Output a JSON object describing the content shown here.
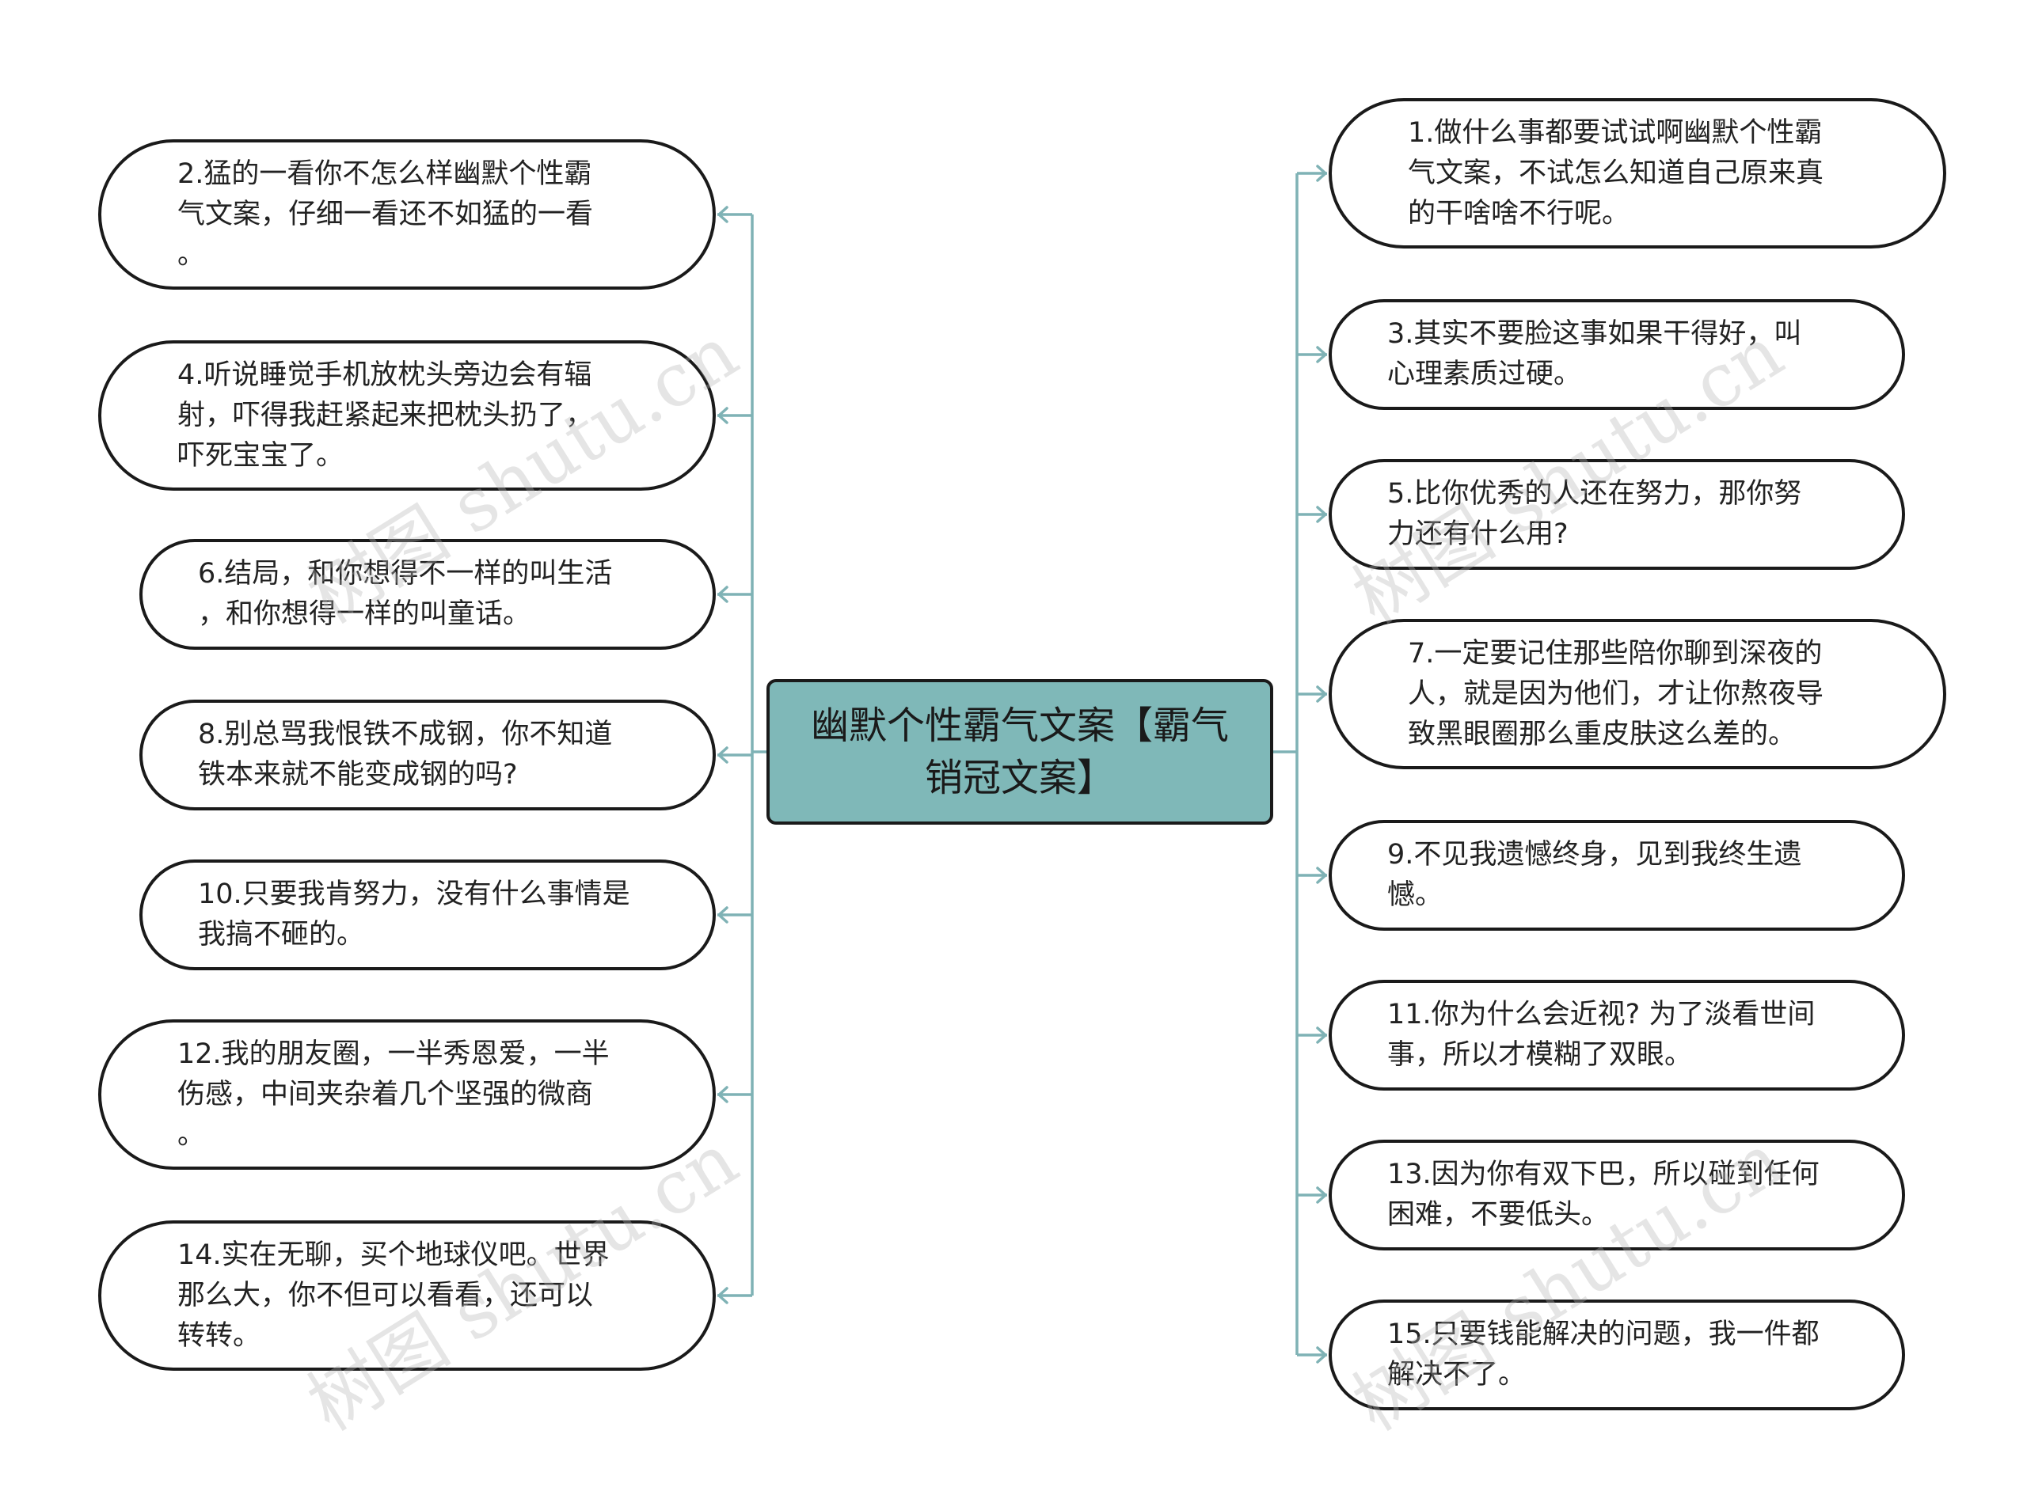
{
  "root": {
    "text": "幽默个性霸气文案【霸气\n销冠文案】"
  },
  "left_items": [
    {
      "text": "2.猛的一看你不怎么样幽默个性霸\n气文案，仔细一看还不如猛的一看\n。"
    },
    {
      "text": "4.听说睡觉手机放枕头旁边会有辐\n射，吓得我赶紧起来把枕头扔了，\n吓死宝宝了。"
    },
    {
      "text": "6.结局，和你想得不一样的叫生活\n，和你想得一样的叫童话。"
    },
    {
      "text": "8.别总骂我恨铁不成钢，你不知道\n铁本来就不能变成钢的吗?"
    },
    {
      "text": "10.只要我肯努力，没有什么事情是\n我搞不砸的。"
    },
    {
      "text": "12.我的朋友圈，一半秀恩爱，一半\n伤感，中间夹杂着几个坚强的微商\n。"
    },
    {
      "text": "14.实在无聊，买个地球仪吧。世界\n那么大，你不但可以看看，还可以\n转转。"
    }
  ],
  "right_items": [
    {
      "text": "1.做什么事都要试试啊幽默个性霸\n气文案，不试怎么知道自己原来真\n的干啥啥不行呢。"
    },
    {
      "text": "3.其实不要脸这事如果干得好，叫\n心理素质过硬。"
    },
    {
      "text": "5.比你优秀的人还在努力，那你努\n力还有什么用?"
    },
    {
      "text": "7.一定要记住那些陪你聊到深夜的\n人，就是因为他们，才让你熬夜导\n致黑眼圈那么重皮肤这么差的。"
    },
    {
      "text": "9.不见我遗憾终身，见到我终生遗\n憾。"
    },
    {
      "text": "11.你为什么会近视? 为了淡看世间\n事，所以才模糊了双眼。"
    },
    {
      "text": "13.因为你有双下巴，所以碰到任何\n困难，不要低头。"
    },
    {
      "text": "15.只要钱能解决的问题，我一件都\n解决不了。"
    }
  ],
  "watermark": "树图 shutu.cn",
  "colors": {
    "root_fill": "#7fb8b8",
    "connector": "#7fb2b5",
    "border": "#1a1a1a"
  }
}
